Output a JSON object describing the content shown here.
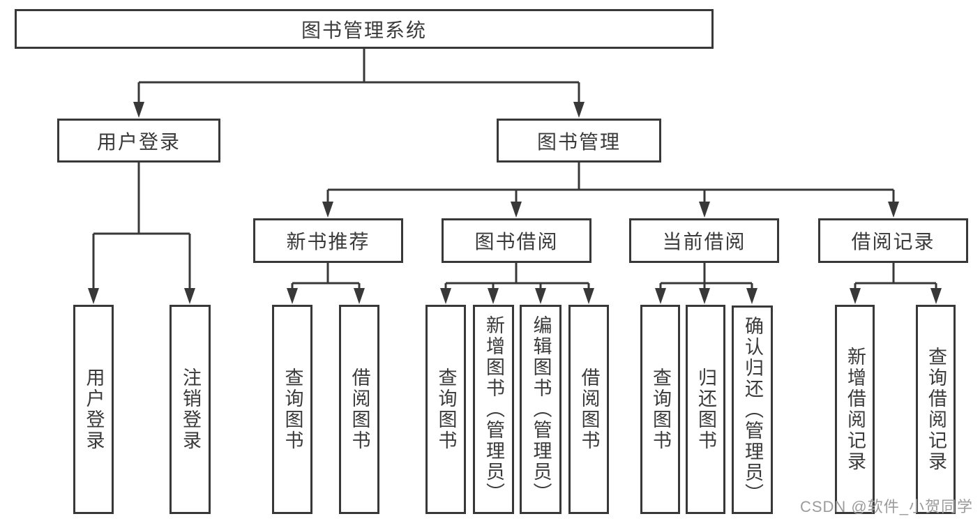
{
  "colors": {
    "line": "#383838",
    "node_text": "#3a3a3a",
    "box_background": "#ffffff",
    "watermark_text": "#9b9b9b"
  },
  "tree": {
    "label": "图书管理系统",
    "children": [
      {
        "label": "用户登录",
        "children": [
          {
            "label": "用户登录"
          },
          {
            "label": "注销登录"
          }
        ]
      },
      {
        "label": "图书管理",
        "children": [
          {
            "label": "新书推荐",
            "children": [
              {
                "label": "查询图书"
              },
              {
                "label": "借阅图书"
              }
            ]
          },
          {
            "label": "图书借阅",
            "children": [
              {
                "label": "查询图书"
              },
              {
                "label": "新增图书（管理员）"
              },
              {
                "label": "编辑图书（管理员）"
              },
              {
                "label": "借阅图书"
              }
            ]
          },
          {
            "label": "当前借阅",
            "children": [
              {
                "label": "查询图书"
              },
              {
                "label": "归还图书"
              },
              {
                "label": "确认归还（管理员）"
              }
            ]
          },
          {
            "label": "借阅记录",
            "children": [
              {
                "label": "新增借阅记录"
              },
              {
                "label": "查询借阅记录"
              }
            ]
          }
        ]
      }
    ]
  },
  "watermark": {
    "text": "CSDN @软件_小贺同学"
  }
}
